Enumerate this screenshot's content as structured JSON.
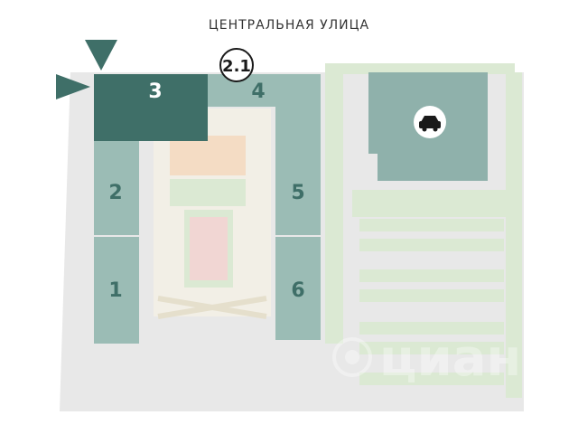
{
  "street": {
    "label": "ЦЕНТРАЛЬНАЯ УЛИЦА"
  },
  "complex": {
    "badge": "2.1"
  },
  "buildings": [
    {
      "number": "1",
      "selected": false
    },
    {
      "number": "2",
      "selected": false
    },
    {
      "number": "3",
      "selected": true
    },
    {
      "number": "4",
      "selected": false
    },
    {
      "number": "5",
      "selected": false
    },
    {
      "number": "6",
      "selected": false
    }
  ],
  "parking": {
    "icon": "car-icon"
  },
  "watermark": {
    "text": "циан",
    "icon": "cian-logo-icon"
  },
  "colors": {
    "selected": "#3f6f68",
    "building": "#9bbcb5",
    "green": "#dbe9d3",
    "road": "#e8e8e8",
    "court_orange": "#f4dcc4",
    "court_red": "#f1d6d3"
  }
}
